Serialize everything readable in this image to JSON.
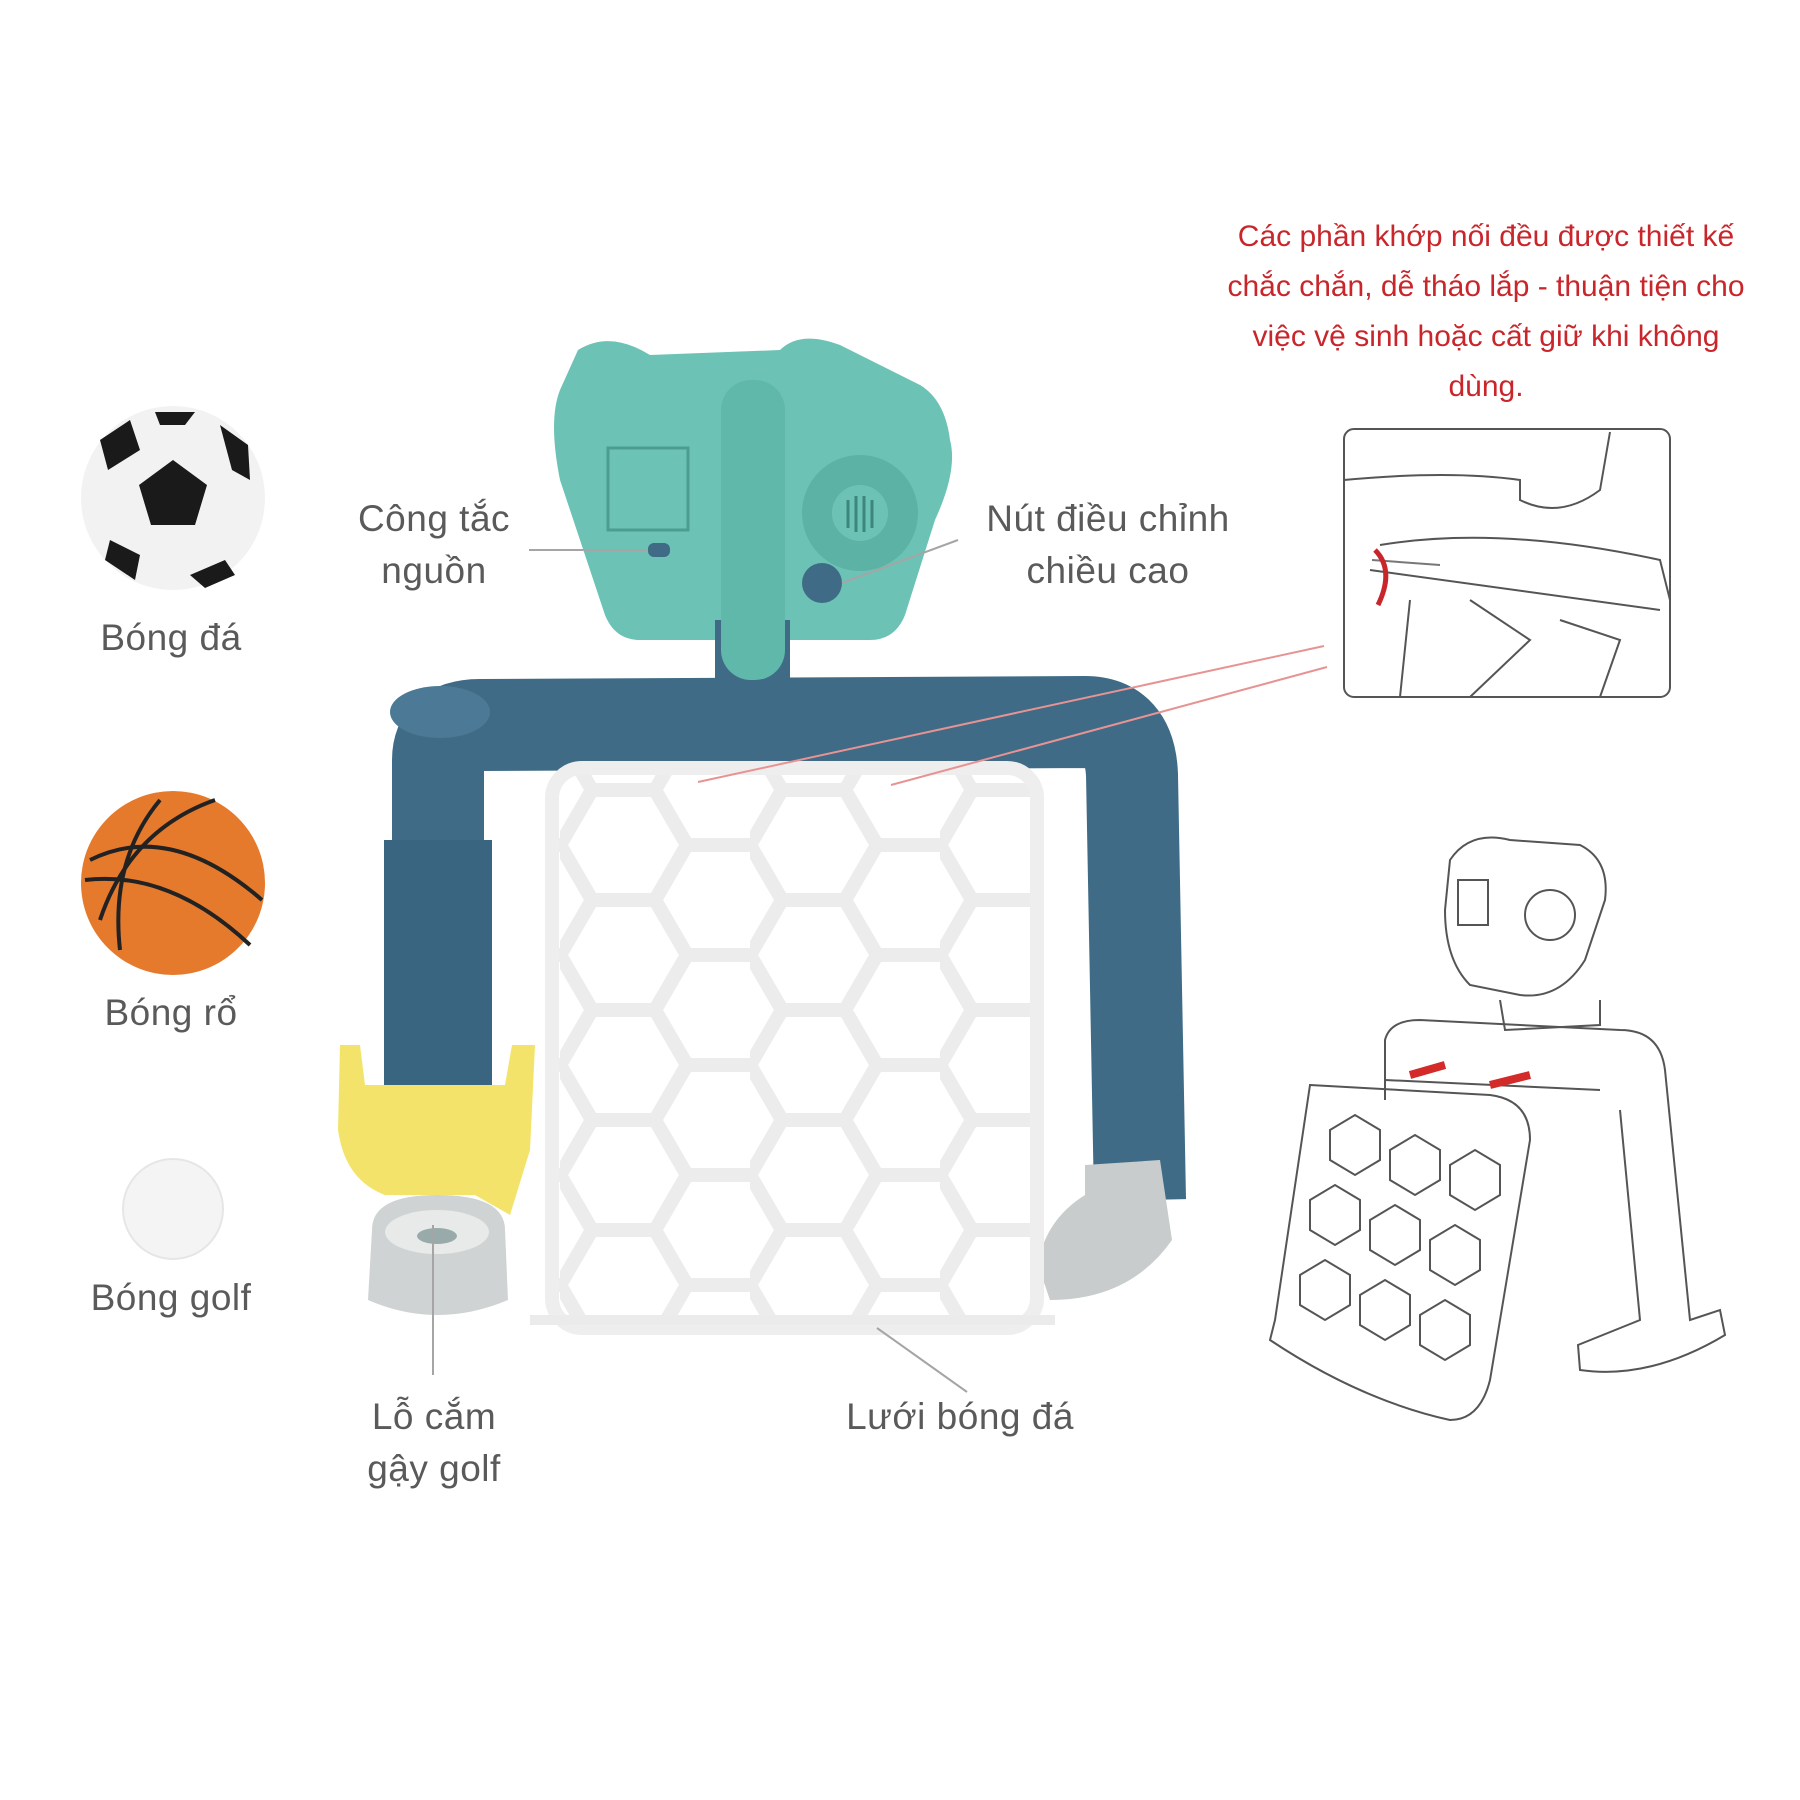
{
  "balls": [
    {
      "label": "Bóng đá"
    },
    {
      "label": "Bóng rổ"
    },
    {
      "label": "Bóng golf"
    }
  ],
  "callouts": {
    "power_switch": [
      "Công tắc",
      "nguồn"
    ],
    "height_button": [
      "Nút điều chỉnh",
      "chiều cao"
    ],
    "golf_hole": [
      "Lỗ cắm",
      "gậy golf"
    ],
    "soccer_net": "Lưới bóng đá"
  },
  "note": "Các phần khớp nối đều được thiết kế chắc chắn, dễ tháo lắp - thuận tiện cho việc vệ sinh hoặc cất giữ khi không dùng.",
  "colors": {
    "frame": "#3f6b86",
    "head": "#6cc3b5",
    "clamp": "#f3e36a",
    "note": "#c8262b",
    "label": "#5a5a5a"
  }
}
